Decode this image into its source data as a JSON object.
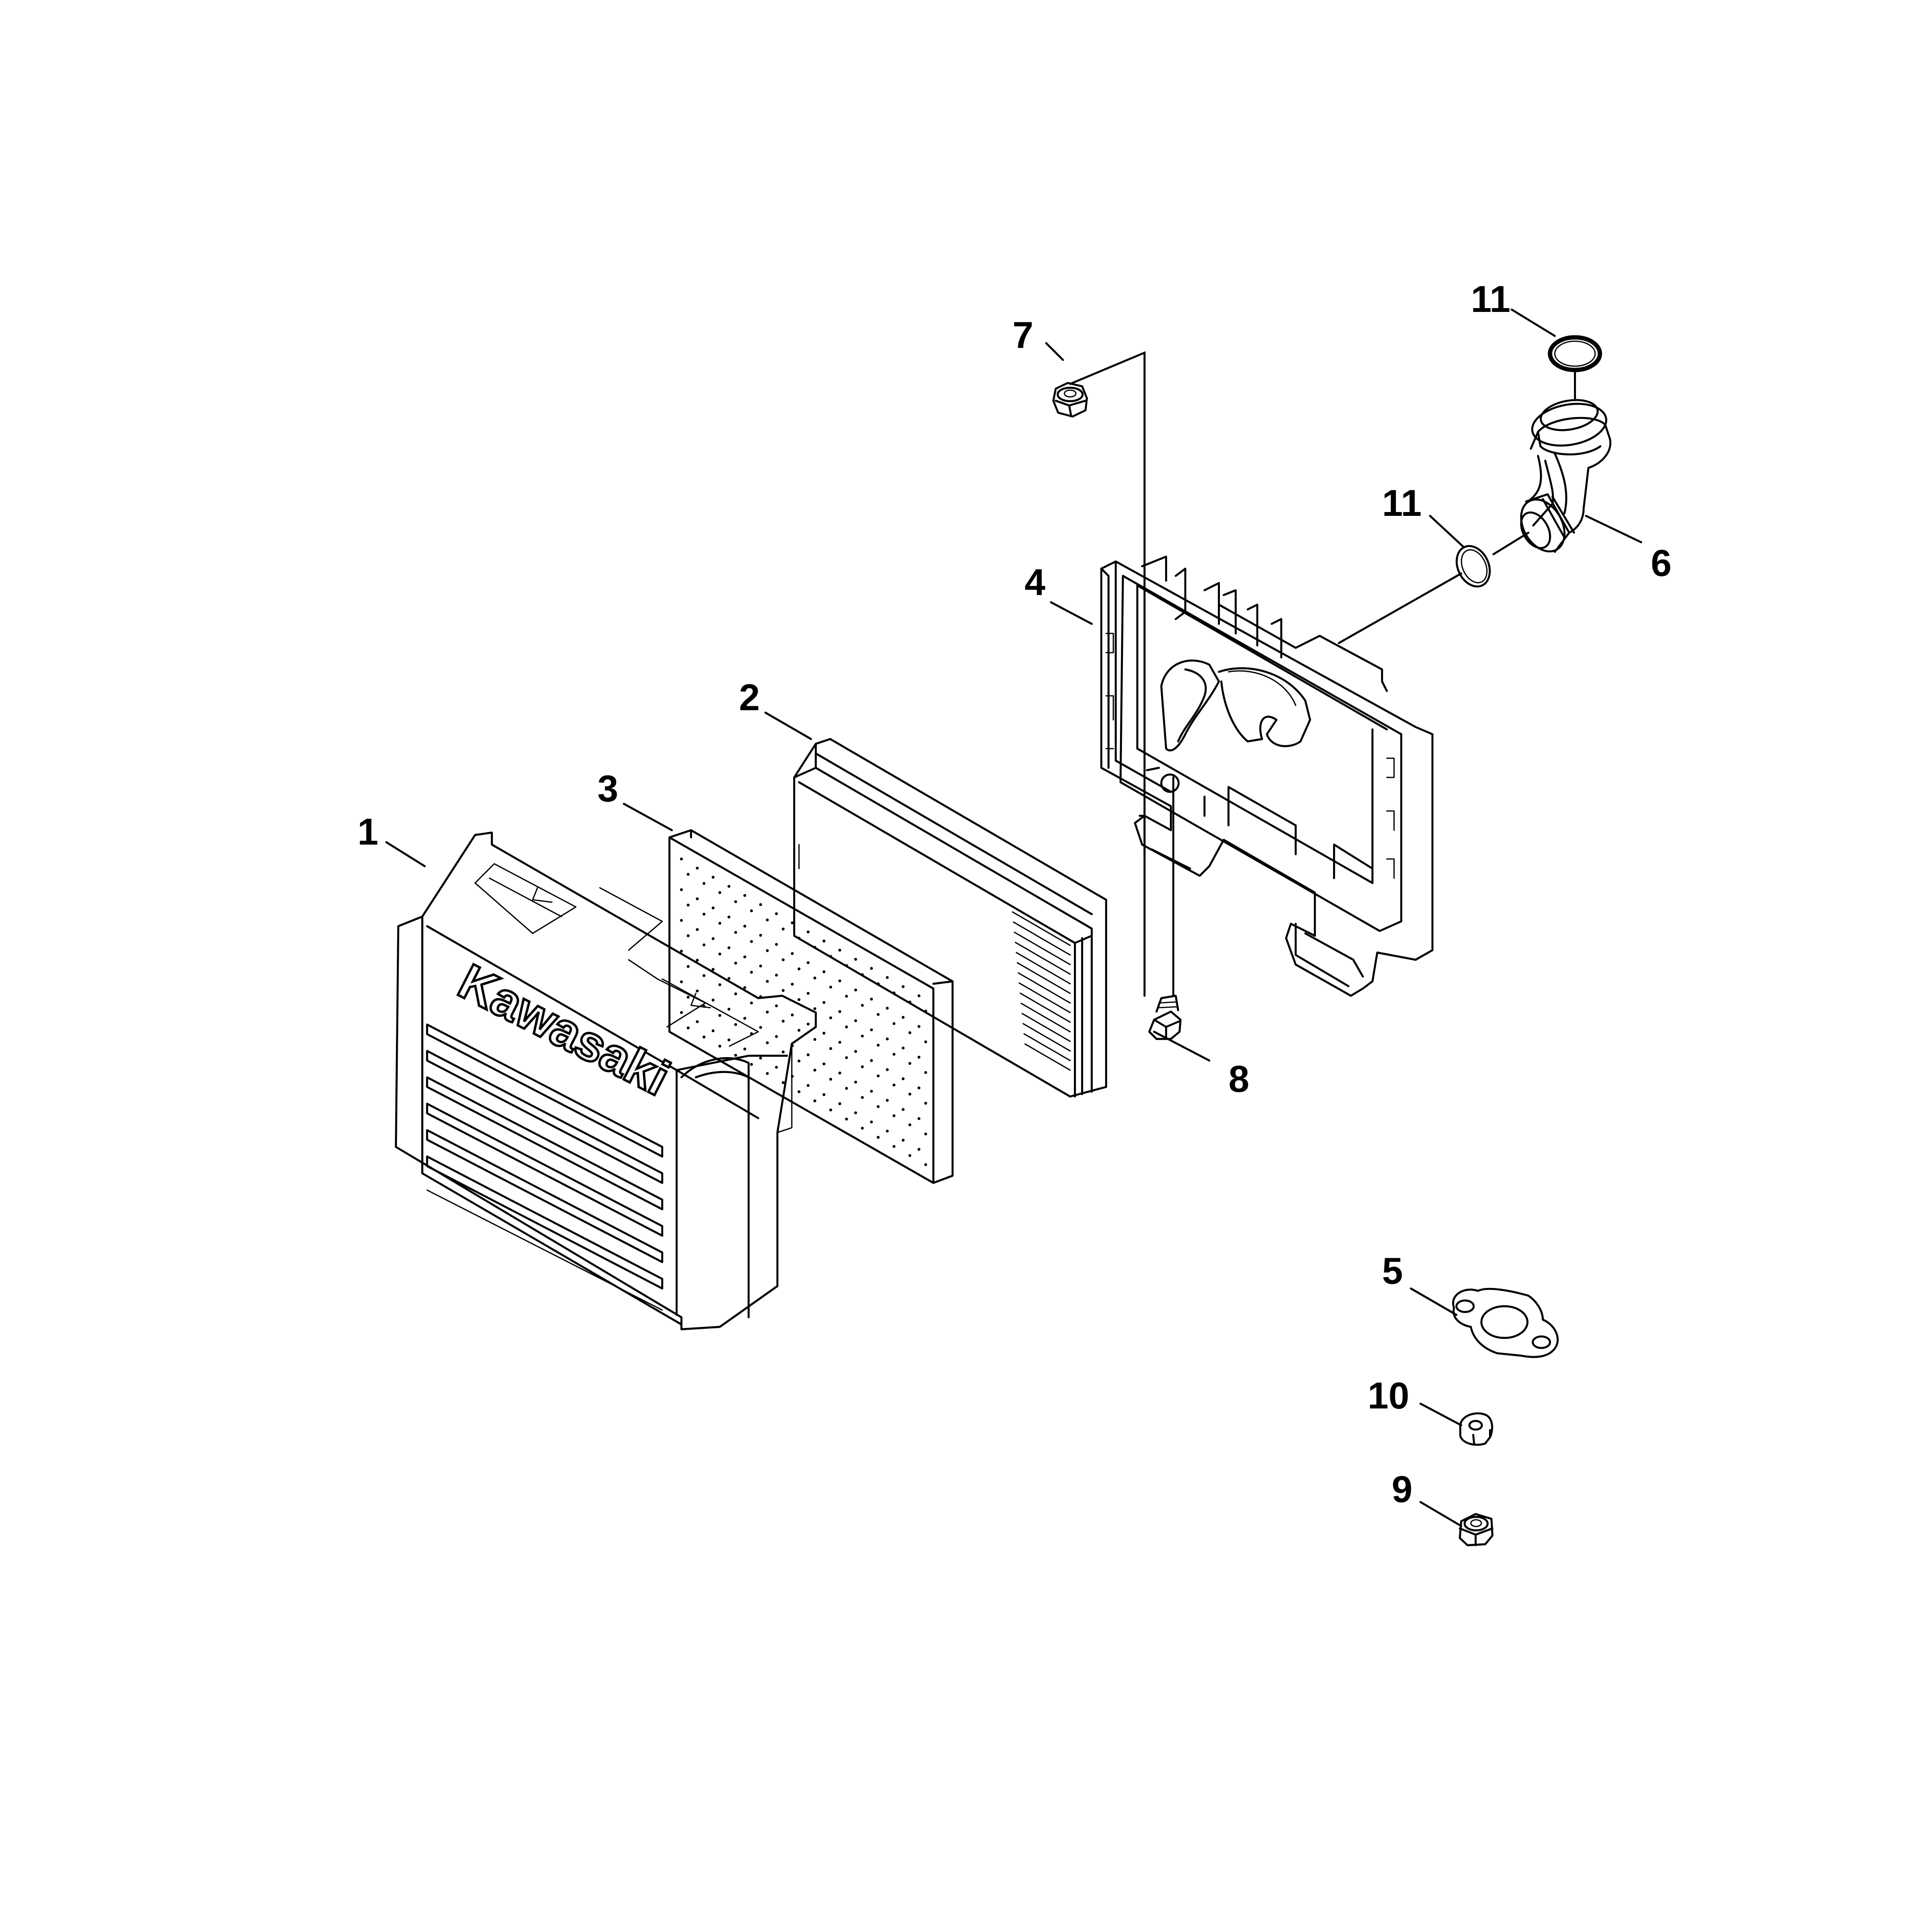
{
  "diagram": {
    "brand_text": "Kawasaki",
    "callouts": [
      "1",
      "2",
      "3",
      "4",
      "5",
      "6",
      "7",
      "8",
      "9",
      "10",
      "11",
      "11"
    ]
  }
}
